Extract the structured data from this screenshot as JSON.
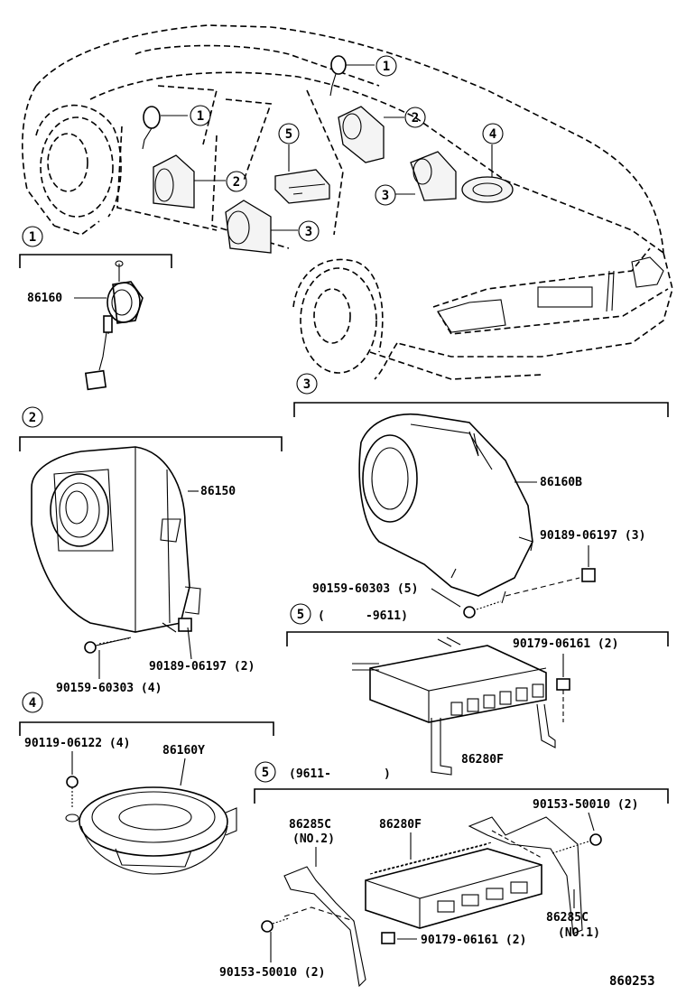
{
  "diagram_id": "860253",
  "callout_numbers": {
    "c1": "1",
    "c2": "2",
    "c3": "3",
    "c4": "4",
    "c5": "5"
  },
  "section1": {
    "number": "1",
    "part": "86160"
  },
  "section2": {
    "number": "2",
    "part": "86150",
    "screw": "90159-60303 (4)",
    "nut": "90189-06197 (2)"
  },
  "section3": {
    "number": "3",
    "part": "86160B",
    "screw": "90159-60303 (5)",
    "nut": "90189-06197 (3)"
  },
  "section4": {
    "number": "4",
    "screw": "90119-06122 (4)",
    "part": "86160Y"
  },
  "section5a": {
    "number": "5",
    "range_open": "(",
    "range_end": "-9611)",
    "part": "86280F",
    "nut": "90179-06161 (2)"
  },
  "section5b": {
    "number": "5",
    "range_start": "(9611-",
    "range_close": ")",
    "bracket_left": "86285C",
    "bracket_left_note": "(NO.2)",
    "part": "86280F",
    "screw_top": "90153-50010 (2)",
    "bracket_right": "86285C",
    "bracket_right_note": "(NO.1)",
    "nut": "90179-06161 (2)",
    "screw_bottom": "90153-50010 (2)"
  }
}
